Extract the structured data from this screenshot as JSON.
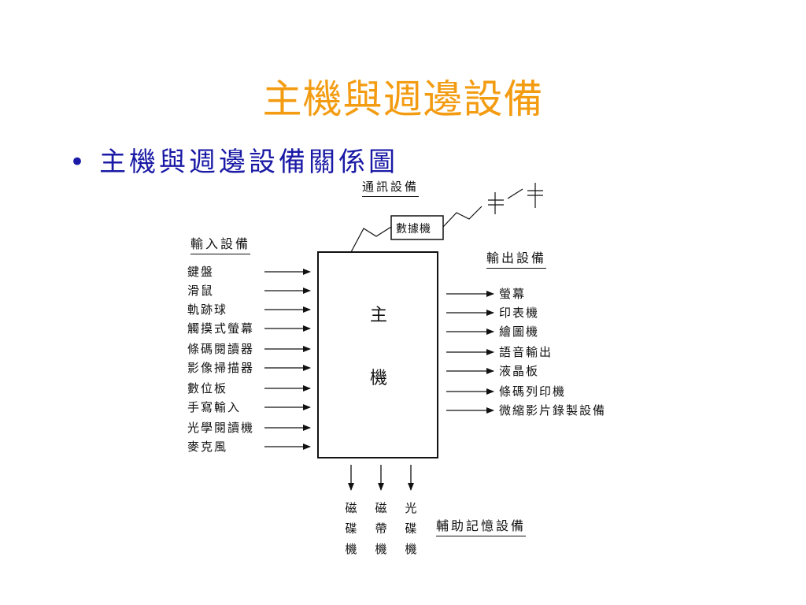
{
  "title": "主機與週邊設備",
  "bullet": "主機與週邊設備關係圖",
  "host": {
    "char1": "主",
    "char2": "機"
  },
  "comm": {
    "header": "通訊設備",
    "modem": "數據機"
  },
  "input": {
    "header": "輸入設備",
    "items": [
      "鍵盤",
      "滑鼠",
      "軌跡球",
      "觸摸式螢幕",
      "條碼閱讀器",
      "影像掃描器",
      "數位板",
      "手寫輸入",
      "光學閱讀機",
      "麥克風"
    ]
  },
  "output": {
    "header": "輸出設備",
    "items": [
      "螢幕",
      "印表機",
      "繪圖機",
      "語音輸出",
      "液晶板",
      "條碼列印機",
      "微縮影片錄製設備"
    ]
  },
  "storage": {
    "header": "輔助記憶設備",
    "items": [
      "磁碟機",
      "磁帶機",
      "光碟機"
    ]
  }
}
